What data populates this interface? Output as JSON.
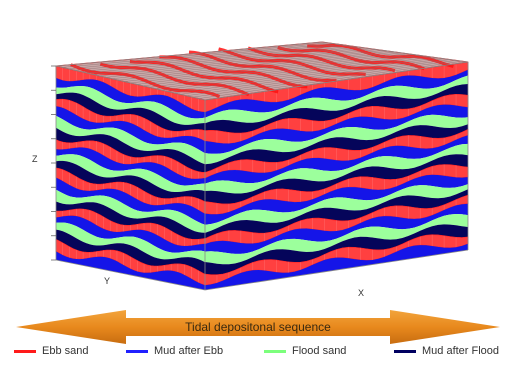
{
  "axes": {
    "z": "Z",
    "y": "Y",
    "x": "X"
  },
  "banner": {
    "label": "Tidal depositonal sequence",
    "color": "#e58a1c"
  },
  "legend": [
    {
      "label": "Ebb sand",
      "color": "#ff1a1a"
    },
    {
      "label": "Mud after Ebb",
      "color": "#2020ff"
    },
    {
      "label": "Flood sand",
      "color": "#7cff7c"
    },
    {
      "label": "Mud after Flood",
      "color": "#000060"
    }
  ],
  "layer_colors": {
    "ebb_sand": "#ff4040",
    "mud_after_ebb": "#1515e8",
    "flood_sand": "#9cff9c",
    "mud_after_flood": "#05055a"
  }
}
